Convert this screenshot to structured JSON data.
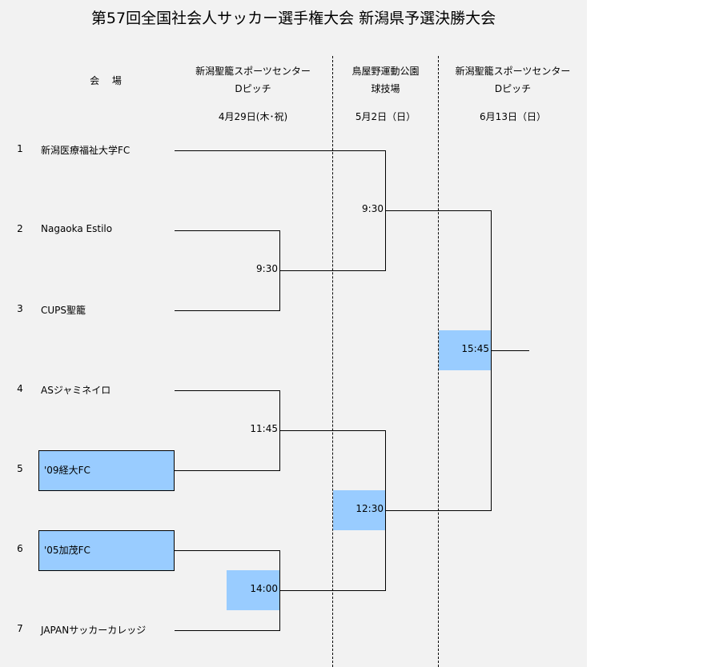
{
  "title": "第57回全国社会人サッカー選手権大会 新潟県予選決勝大会",
  "venue_label": "会　 場",
  "columns": [
    {
      "venue_line1": "新潟聖籠スポーツセンター",
      "venue_line2": "Dピッチ",
      "date": "4月29日(木･祝)"
    },
    {
      "venue_line1": "鳥屋野運動公園",
      "venue_line2": "球技場",
      "date": "5月2日（日）"
    },
    {
      "venue_line1": "新潟聖籠スポーツセンター",
      "venue_line2": "Dピッチ",
      "date": "6月13日（日）"
    }
  ],
  "teams": [
    {
      "seed": "1",
      "name": "新潟医療福祉大学FC"
    },
    {
      "seed": "2",
      "name": "Nagaoka Estilo"
    },
    {
      "seed": "3",
      "name": "CUPS聖籠"
    },
    {
      "seed": "4",
      "name": "ASジャミネイロ"
    },
    {
      "seed": "5",
      "name": "'09経大FC"
    },
    {
      "seed": "6",
      "name": "'05加茂FC"
    },
    {
      "seed": "7",
      "name": "JAPANサッカーカレッジ"
    }
  ],
  "matches": {
    "r1_2v3": "9:30",
    "r1_4v5": "11:45",
    "r1_6v7": "14:00",
    "sf_top": "9:30",
    "sf_bottom": "12:30",
    "final": "15:45"
  },
  "colors": {
    "highlight": "#99ccff",
    "sheet": "#f2f2f2"
  }
}
